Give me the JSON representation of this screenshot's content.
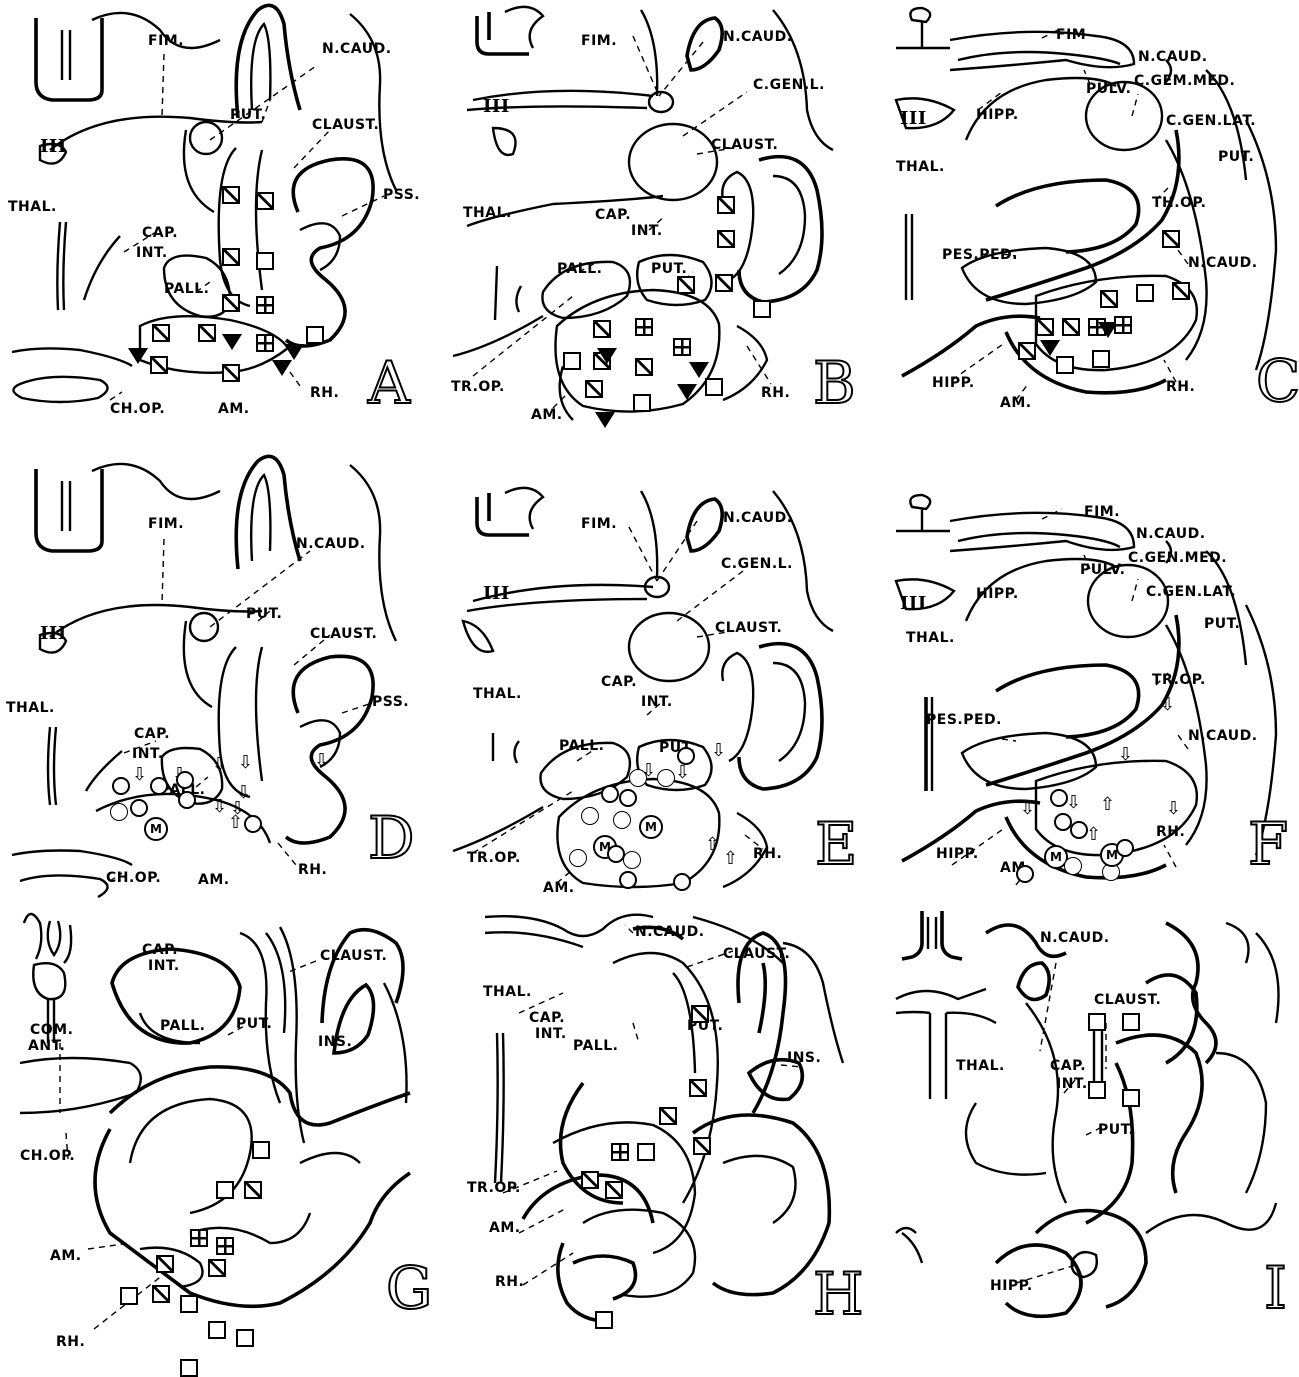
{
  "panels": [
    {
      "id": "A",
      "labels": [
        "FIM.",
        "N.CAUD.",
        "PUT.",
        "CLAUST.",
        "PSS.",
        "THAL.",
        "CAP.",
        "INT.",
        "PALL.",
        "RH.",
        "CH.OP.",
        "AM."
      ]
    },
    {
      "id": "B",
      "labels": [
        "FIM.",
        "N.CAUD.",
        "C.GEN.L.",
        "CLAUST.",
        "THAL.",
        "CAP.",
        "INT.",
        "PALL.",
        "PUT.",
        "TR.OP.",
        "AM.",
        "RH."
      ]
    },
    {
      "id": "C",
      "labels": [
        "FIM",
        "N.CAUD.",
        "C.GEM.MED.",
        "PULV.",
        "HIPP.",
        "THAL.",
        "C.GEN.LAT.",
        "PUT.",
        "TH.OP.",
        "PES.PED.",
        "N.CAUD.",
        "HIPP.",
        "AM.",
        "RH."
      ]
    },
    {
      "id": "D",
      "labels": [
        "FIM.",
        "N.CAUD.",
        "PUT.",
        "CLAUST.",
        "PSS.",
        "THAL.",
        "CAP.",
        "INT.",
        "PALL.",
        "RH.",
        "CH.OP.",
        "AM."
      ]
    },
    {
      "id": "E",
      "labels": [
        "FIM.",
        "N.CAUD.",
        "C.GEN.L.",
        "CLAUST.",
        "THAL.",
        "CAP.",
        "INT.",
        "PALL.",
        "PUT.",
        "TR.OP.",
        "AM.",
        "RH."
      ]
    },
    {
      "id": "F",
      "labels": [
        "FIM.",
        "N.CAUD.",
        "C.GEN.MED.",
        "PULV.",
        "HIPP.",
        "THAL.",
        "C.GEN.LAT.",
        "PUT.",
        "TR.OP.",
        "PES.PED.",
        "N.CAUD.",
        "HIPP.",
        "AM.",
        "RH."
      ]
    },
    {
      "id": "G",
      "labels": [
        "CAP.",
        "INT.",
        "CLAUST.",
        "PALL.",
        "PUT.",
        "COM.",
        "ANT.",
        "INS.",
        "CH.OP.",
        "AM.",
        "RH."
      ]
    },
    {
      "id": "H",
      "labels": [
        "N.CAUD.",
        "CLAUST.",
        "THAL.",
        "CAP.",
        "INT.",
        "PUT.",
        "PALL.",
        "INS.",
        "TR.OP.",
        "AM.",
        "RH."
      ]
    },
    {
      "id": "I",
      "labels": [
        "N.CAUD.",
        "CLAUST.",
        "THAL.",
        "CAP.",
        "INT.",
        "PUT.",
        "HIPP."
      ]
    }
  ],
  "ventricle_numeral": "III",
  "marker_letter": "M"
}
